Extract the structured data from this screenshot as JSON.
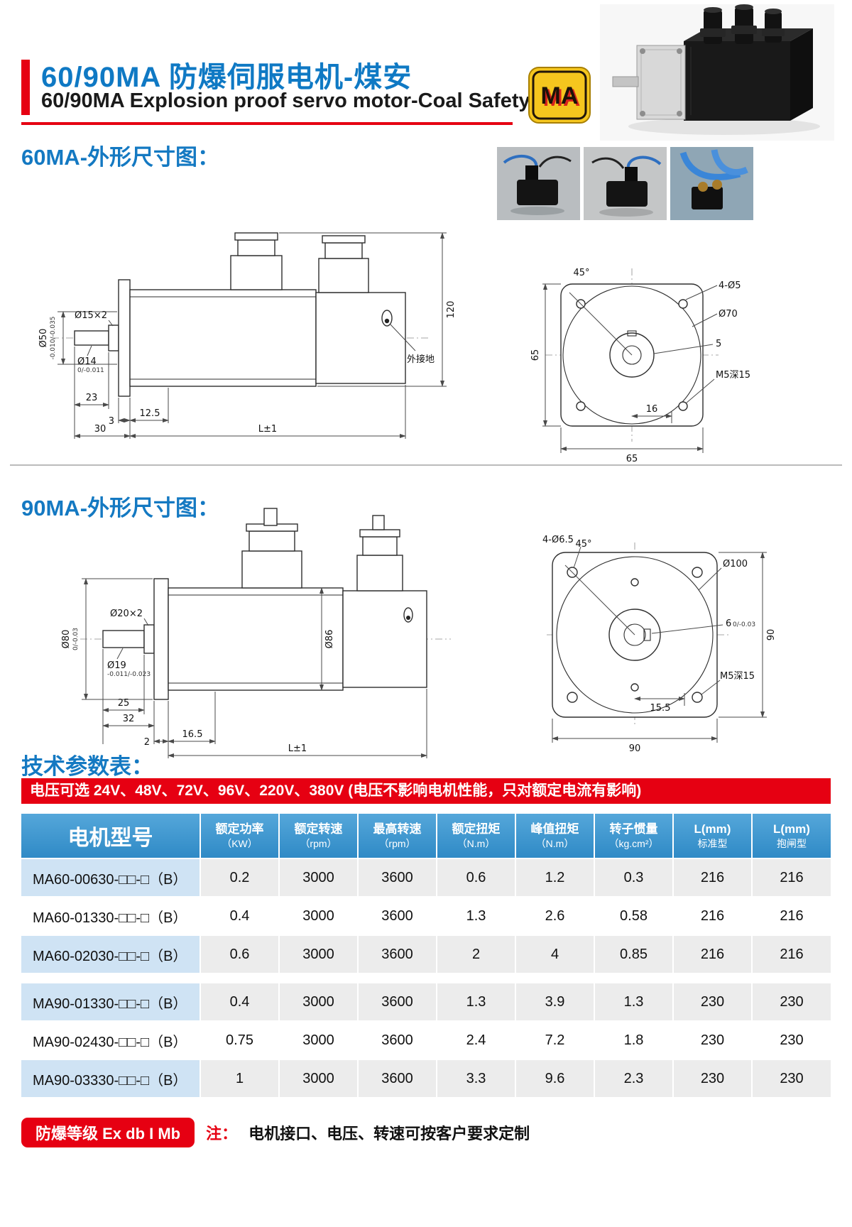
{
  "header": {
    "title_cn": "60/90MA 防爆伺服电机-煤安",
    "title_en": "60/90MA Explosion proof servo motor-Coal Safety",
    "ma_logo_text": "MA"
  },
  "sections": {
    "d60_title": "60MA-外形尺寸图：",
    "d90_title": "90MA-外形尺寸图：",
    "table_title": "技术参数表："
  },
  "d60_side": {
    "shaft_key": "Ø15×2",
    "pilot_dia": "Ø50",
    "pilot_tol": "-0.010/-0.035",
    "shaft_dia": "Ø14",
    "shaft_tol": "0/-0.011",
    "dim_23": "23",
    "dim_3": "3",
    "dim_12_5": "12.5",
    "dim_30": "30",
    "dim_total": "L±1",
    "dim_height": "120",
    "ground_label": "外接地"
  },
  "d60_front": {
    "angle": "45°",
    "holes": "4-Ø5",
    "circle_dia": "Ø70",
    "side_v": "65",
    "dim_5": "5",
    "thread": "M5深15",
    "dim_16": "16",
    "side_h": "65"
  },
  "d90_side": {
    "shaft_key": "Ø20×2",
    "pilot_dia": "Ø80",
    "pilot_tol": "0/-0.03",
    "shaft_dia": "Ø19",
    "shaft_tol": "-0.011/-0.023",
    "body_dia": "Ø86",
    "dim_25": "25",
    "dim_32": "32",
    "dim_2": "2",
    "dim_16_5": "16.5",
    "dim_total": "L±1"
  },
  "d90_front": {
    "angle": "45°",
    "holes": "4-Ø6.5",
    "circle_dia": "Ø100",
    "key_h": "6",
    "key_tol": "0/-0.03",
    "side_v": "90",
    "thread": "M5深15",
    "dim_15_5": "15.5",
    "side_h": "90"
  },
  "voltage_banner": "电压可选 24V、48V、72V、96V、220V、380V (电压不影响电机性能，只对额定电流有影响)",
  "table": {
    "headers": {
      "model": "电机型号",
      "cols": [
        {
          "l1": "额定功率",
          "l2": "（KW）"
        },
        {
          "l1": "额定转速",
          "l2": "（rpm）"
        },
        {
          "l1": "最高转速",
          "l2": "（rpm）"
        },
        {
          "l1": "额定扭矩",
          "l2": "（N.m）"
        },
        {
          "l1": "峰值扭矩",
          "l2": "（N.m）"
        },
        {
          "l1": "转子惯量",
          "l2": "（kg.cm²）"
        },
        {
          "l1": "L(mm)",
          "l2": "标准型"
        },
        {
          "l1": "L(mm)",
          "l2": "抱闸型"
        }
      ]
    },
    "rows": [
      {
        "model": "MA60-00630-□□-□（B）",
        "values": [
          "0.2",
          "3000",
          "3600",
          "0.6",
          "1.2",
          "0.3",
          "216",
          "216"
        ]
      },
      {
        "model": "MA60-01330-□□-□（B）",
        "values": [
          "0.4",
          "3000",
          "3600",
          "1.3",
          "2.6",
          "0.58",
          "216",
          "216"
        ]
      },
      {
        "model": "MA60-02030-□□-□（B）",
        "values": [
          "0.6",
          "3000",
          "3600",
          "2",
          "4",
          "0.85",
          "216",
          "216"
        ]
      },
      {
        "model": "MA90-01330-□□-□（B）",
        "values": [
          "0.4",
          "3000",
          "3600",
          "1.3",
          "3.9",
          "1.3",
          "230",
          "230"
        ]
      },
      {
        "model": "MA90-02430-□□-□（B）",
        "values": [
          "0.75",
          "3000",
          "3600",
          "2.4",
          "7.2",
          "1.8",
          "230",
          "230"
        ]
      },
      {
        "model": "MA90-03330-□□-□（B）",
        "values": [
          "1",
          "3000",
          "3600",
          "3.3",
          "9.6",
          "2.3",
          "230",
          "230"
        ]
      }
    ]
  },
  "footer": {
    "grade_label": "防爆等级  Ex db I Mb",
    "note_label": "注：",
    "note_text": "电机接口、电压、转速可按客户要求定制"
  },
  "colors": {
    "accent_red": "#e60012",
    "accent_blue": "#1479c2",
    "table_header_blue": "#3f9ad2",
    "row_tint_blue": "#cfe3f4",
    "row_tint_gray": "#ececec"
  }
}
